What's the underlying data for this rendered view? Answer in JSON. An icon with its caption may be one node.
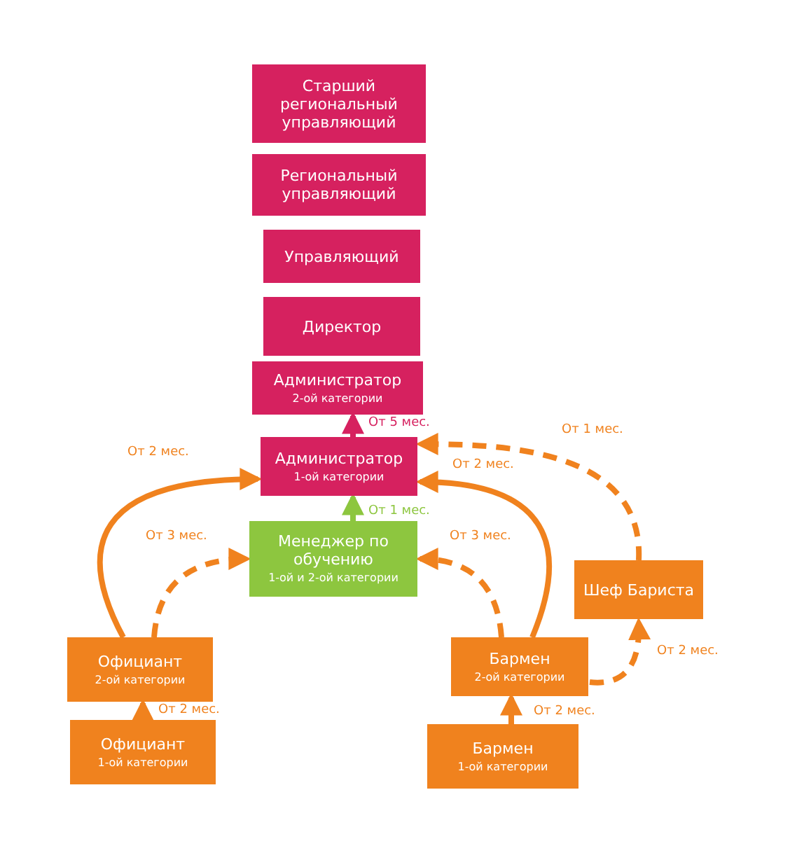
{
  "diagram": {
    "nodes": [
      {
        "text": [
          "Старший региональный управляющий"
        ]
      },
      {
        "text": [
          "Региональный управляющий"
        ]
      },
      {
        "text": [
          "Управляющий"
        ]
      },
      {
        "text": [
          "Директор"
        ]
      },
      {
        "text": [
          "Администратор",
          "2-ой категории"
        ]
      },
      {
        "text": [
          "Администратор",
          "1-ой категории"
        ]
      },
      {
        "text": [
          "Менеджер по обучению",
          "1-ой и 2-ой категории"
        ]
      },
      {
        "text": [
          "Официант",
          "2-ой категории"
        ]
      },
      {
        "text": [
          "Официант",
          "1-ой категории"
        ]
      },
      {
        "text": [
          "Бармен",
          "2-ой категории"
        ]
      },
      {
        "text": [
          "Бармен",
          "1-ой категории"
        ]
      },
      {
        "text": [
          "Шеф Бариста"
        ]
      }
    ],
    "edges": [
      {
        "from": 5,
        "to": 4,
        "arrow": "to",
        "label": "От 5 мес.",
        "color": "#d6215f"
      },
      {
        "from": 6,
        "to": 5,
        "arrow": "to",
        "label": "От 1 мес.",
        "color": "#8dc63f"
      },
      {
        "from": 7,
        "to": 5,
        "arrow": "to",
        "label": "От 2 мес."
      },
      {
        "from": 7,
        "to": 6,
        "arrow": "to",
        "label": "От 3 мес.",
        "style": "dashed"
      },
      {
        "from": 8,
        "to": 7,
        "arrow": "to",
        "label": "От 2 мес."
      },
      {
        "from": 9,
        "to": 5,
        "arrow": "to",
        "label": "От 2 мес."
      },
      {
        "from": 9,
        "to": 6,
        "arrow": "to",
        "label": "От 3 мес.",
        "style": "dashed"
      },
      {
        "from": 11,
        "to": 5,
        "arrow": "to",
        "label": "От 1 мес.",
        "style": "dashed"
      },
      {
        "from": 9,
        "to": 11,
        "arrow": "to",
        "label": "От 2 мес.",
        "style": "dashed"
      },
      {
        "from": 10,
        "to": 9,
        "arrow": "to",
        "label": "От 2 мес."
      }
    ]
  }
}
